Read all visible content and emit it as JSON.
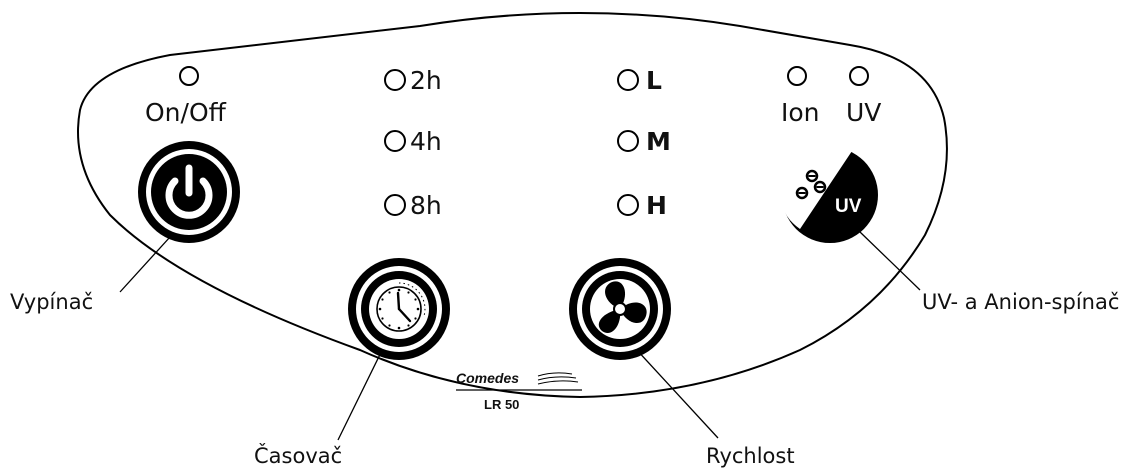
{
  "panel_labels": {
    "power": "On/Off",
    "ion": "Ion",
    "uv": "UV"
  },
  "timer_levels": [
    "2h",
    "4h",
    "8h"
  ],
  "speed_levels": [
    "L",
    "M",
    "H"
  ],
  "uv_button_text": "UV",
  "brand": {
    "name": "Comedes",
    "model": "LR 50"
  },
  "callouts": {
    "power_switch": "Vypínač",
    "timer": "Časovač",
    "speed": "Rychlost",
    "uv_anion_switch": "UV- a Anion-spínač"
  },
  "icons": [
    "power-icon",
    "clock-icon",
    "fan-icon",
    "ion-uv-icon"
  ]
}
